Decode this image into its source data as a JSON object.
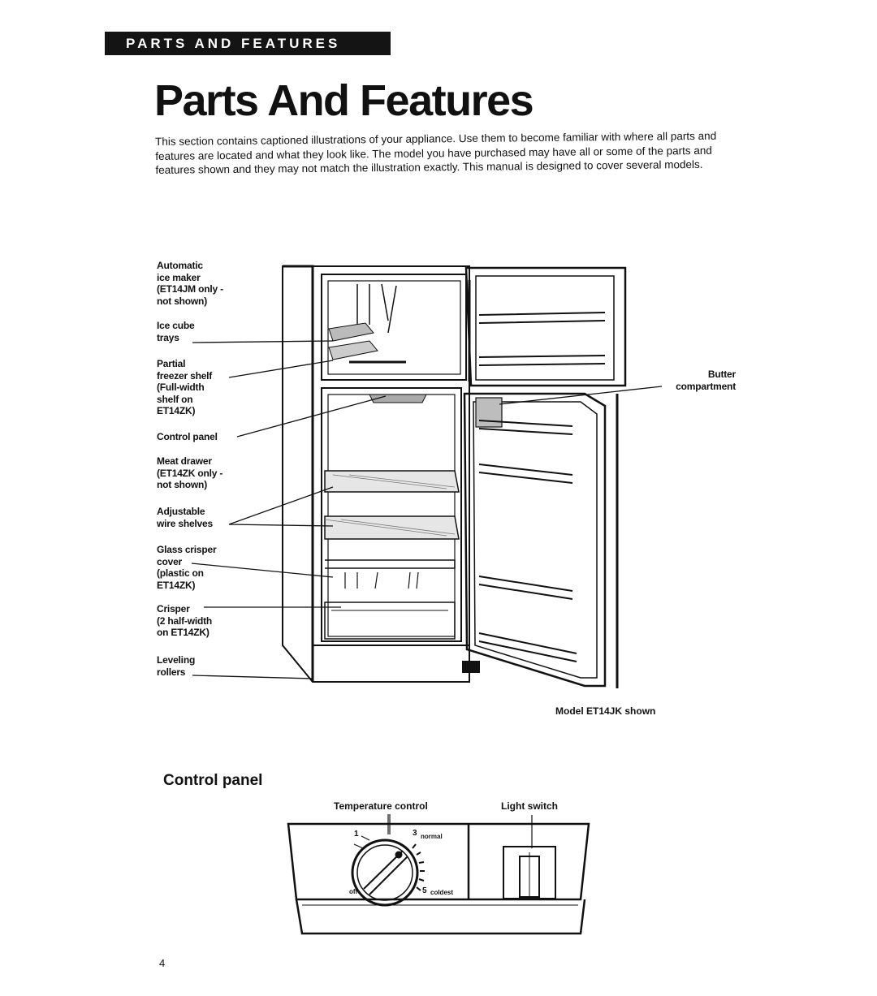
{
  "header": {
    "section_label": "PARTS AND FEATURES",
    "title": "Parts And Features",
    "intro": "This section contains captioned illustrations of your appliance. Use them to become familiar with where all parts and features are located and what they look like. The model you have purchased may have all or some of the parts and features shown and they may not match the illustration exactly. This manual is designed to cover several models."
  },
  "figure": {
    "callouts": [
      "Automatic\nice maker\n(ET14JM only -\nnot shown)",
      "Ice cube\ntrays",
      "Partial\nfreezer shelf\n(Full-width\nshelf on\nET14ZK)",
      "Control panel",
      "Meat drawer\n(ET14ZK only -\nnot shown)",
      "Adjustable\nwire shelves",
      "Glass crisper\ncover\n(plastic on\nET14ZK)",
      "Crisper\n(2 half-width\non ET14ZK)",
      "Leveling\nrollers",
      "Butter\ncompartment"
    ],
    "caption": "Model ET14JK shown"
  },
  "control_panel": {
    "title": "Control panel",
    "temperature_label": "Temperature control",
    "light_label": "Light switch",
    "dial_marks": {
      "one": "1",
      "three": "3",
      "normal": "normal",
      "off": "off",
      "five": "5",
      "coldest": "coldest"
    }
  },
  "footer": {
    "page_number": "4"
  }
}
